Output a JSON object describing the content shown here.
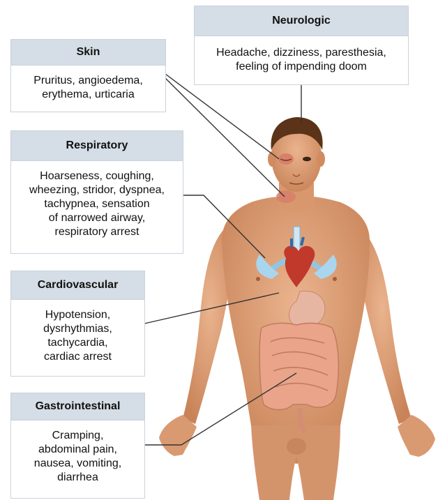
{
  "panels": {
    "neurologic": {
      "title": "Neurologic",
      "text": "Headache, dizziness, paresthesia,\nfeeling of impending doom"
    },
    "skin": {
      "title": "Skin",
      "text": "Pruritus, angioedema,\nerythema, urticaria"
    },
    "respiratory": {
      "title": "Respiratory",
      "text": "Hoarseness, coughing,\nwheezing, stridor, dyspnea,\ntachypnea, sensation\nof narrowed airway,\nrespiratory arrest"
    },
    "cardiovascular": {
      "title": "Cardiovascular",
      "text": "Hypotension,\ndysrhythmias,\ntachycardia,\ncardiac arrest"
    },
    "gastrointestinal": {
      "title": "Gastrointestinal",
      "text": "Cramping,\nabdominal pain,\nnausea, vomiting,\ndiarrhea"
    }
  },
  "colors": {
    "panel_header": "#d5dde6",
    "panel_border": "#c9d2dc",
    "skin": "#e3a67f",
    "hair": "#5a3318",
    "heart": "#c0392b",
    "lungs": "#8ec7e6",
    "intestine": "#e9a489"
  }
}
